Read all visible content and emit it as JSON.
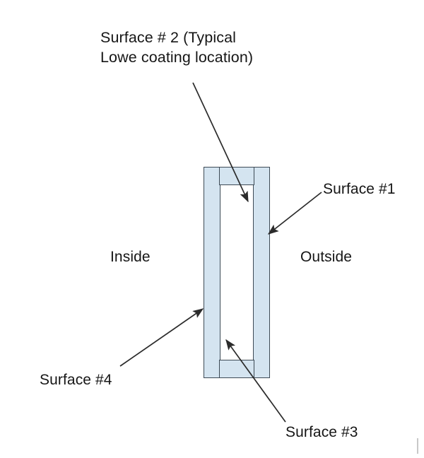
{
  "diagram": {
    "title": "Surface # 2 (Typical\nLowe coating location)",
    "title_line_1": "Surface # 2 (Typical",
    "title_line_2": "Lowe coating location)",
    "labels": {
      "surface_1": "Surface #1",
      "surface_3": "Surface #3",
      "surface_4": "Surface #4",
      "inside": "Inside",
      "outside": "Outside"
    },
    "colors": {
      "glass_fill": "#d4e4f0",
      "outline": "#3d4a55",
      "leader": "#2b2b2b",
      "background": "#ffffff",
      "text": "#161616"
    },
    "structure": {
      "unit_type": "insulated-glass-unit",
      "pane_count": 2,
      "spacer_count": 2,
      "cavity_fill": "air gap"
    }
  }
}
